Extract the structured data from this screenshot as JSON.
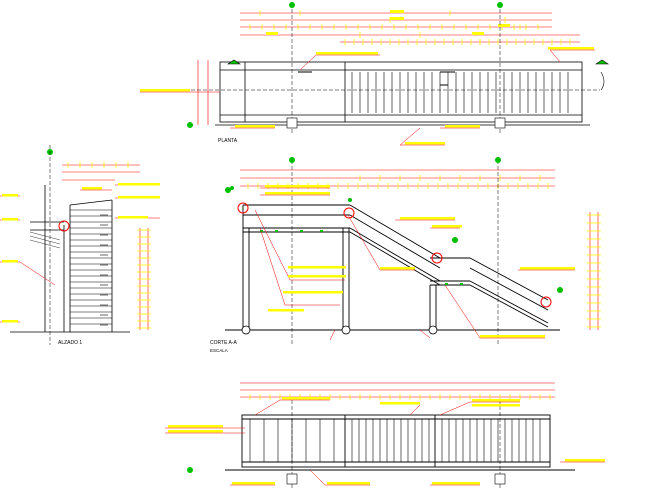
{
  "drawing": {
    "type": "cad-technical-drawing",
    "subject": "steel access stair with landing and handrail",
    "colors": {
      "background": "#ffffff",
      "structure": "#000000",
      "dimension": "#ff0000",
      "tick": "#ffff00",
      "axis_marker": "#00c000",
      "section_circle": "#ff0000"
    },
    "views": [
      {
        "id": "plan",
        "title": "PLANTA"
      },
      {
        "id": "elevation",
        "title": "ALZADO 1"
      },
      {
        "id": "section",
        "title": "CORTE A-A",
        "subtitle": "ESCALA"
      },
      {
        "id": "front",
        "title": ""
      }
    ]
  }
}
